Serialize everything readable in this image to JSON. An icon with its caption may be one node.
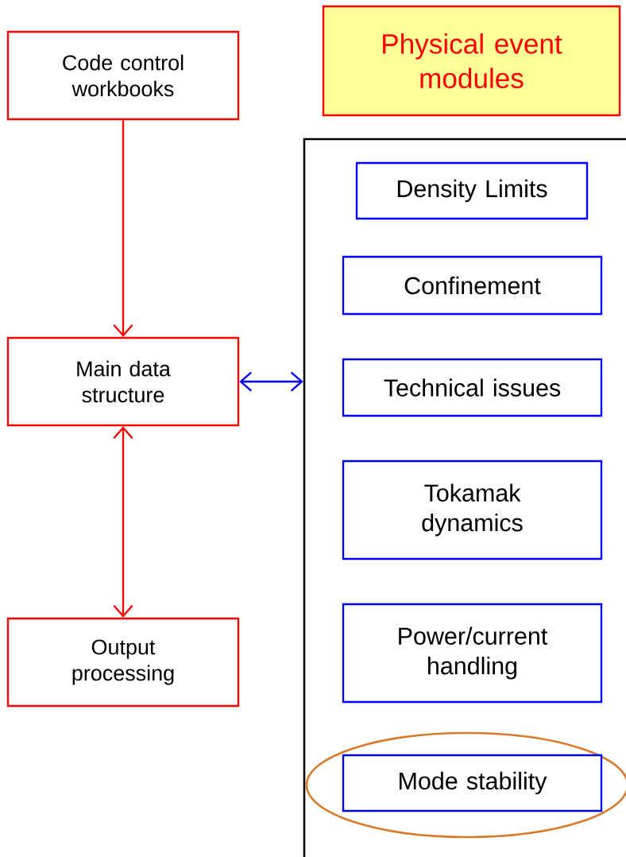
{
  "diagram": {
    "nodes": [
      {
        "text": [
          "Code control workbooks"
        ]
      },
      {
        "text": [
          "Main data structure"
        ]
      },
      {
        "text": [
          "Output processing"
        ]
      },
      {
        "text": [
          "Physical event modules"
        ]
      },
      {
        "text": [],
        "shape": "box"
      },
      {
        "text": [
          "Density Limits"
        ],
        "in": 4
      },
      {
        "text": [
          "Confinement"
        ],
        "in": 4
      },
      {
        "text": [
          "Technical issues"
        ],
        "in": 4
      },
      {
        "text": [
          "Tokamak dynamics"
        ],
        "in": 4
      },
      {
        "text": [
          "Power/current handling"
        ],
        "in": 4
      },
      {
        "text": [
          "Mode stability"
        ],
        "in": 11
      },
      {
        "text": [],
        "shape": "ellipse",
        "in": 4
      }
    ],
    "edges": [
      {
        "from": 0,
        "to": 1,
        "arrow": "to"
      },
      {
        "from": 1,
        "to": 2,
        "arrow": "both"
      },
      {
        "from": 1,
        "to": 4,
        "arrow": "both",
        "color": "#0000ff"
      }
    ]
  }
}
